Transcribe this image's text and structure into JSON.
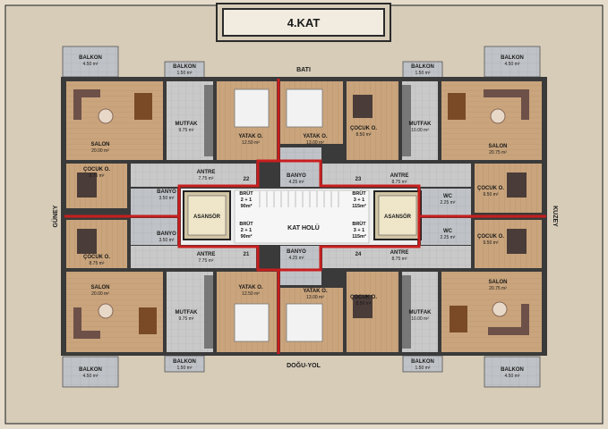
{
  "title": "4.KAT",
  "directions": {
    "west": "BATI",
    "east_road": "DOĞU-YOL",
    "south": "GÜNEY",
    "north": "KUZEY"
  },
  "balcony_big": {
    "name": "BALKON",
    "area": "4.50 m²"
  },
  "balcony_small": {
    "name": "BALKON",
    "area": "1.50 m²"
  },
  "rooms": {
    "salon_w_top": {
      "name": "SALON",
      "area": "20.00 m²"
    },
    "salon_e_top": {
      "name": "SALON",
      "area": "20.75 m²"
    },
    "salon_w_bot": {
      "name": "SALON",
      "area": "20.00 m²"
    },
    "salon_e_bot": {
      "name": "SALON",
      "area": "20.75 m²"
    },
    "mutfak_w_top": {
      "name": "MUTFAK",
      "area": "9.75 m²"
    },
    "mutfak_e_top": {
      "name": "MUTFAK",
      "area": "10.00 m²"
    },
    "mutfak_w_bot": {
      "name": "MUTFAK",
      "area": "9.75 m²"
    },
    "mutfak_e_bot": {
      "name": "MUTFAK",
      "area": "10.00 m²"
    },
    "yatak_1_top": {
      "name": "YATAK O.",
      "area": "12.50 m²"
    },
    "yatak_2_top": {
      "name": "YATAK O.",
      "area": "13.00 m²"
    },
    "yatak_1_bot": {
      "name": "YATAK O.",
      "area": "12.50 m²"
    },
    "yatak_2_bot": {
      "name": "YATAK O.",
      "area": "13.00 m²"
    },
    "cocuk_mid_top": {
      "name": "ÇOCUK O.",
      "area": "8.50 m²"
    },
    "cocuk_mid_bot": {
      "name": "ÇOCUK O.",
      "area": "8.50 m²"
    },
    "cocuk_w_top": {
      "name": "ÇOCUK O.",
      "area": "8.75 m²"
    },
    "cocuk_w_bot": {
      "name": "ÇOCUK O.",
      "area": "8.75 m²"
    },
    "cocuk_e_top": {
      "name": "ÇOCUK O.",
      "area": "9.50 m²"
    },
    "cocuk_e_bot": {
      "name": "ÇOCUK O.",
      "area": "9.50 m²"
    },
    "antre_w_top": {
      "name": "ANTRE",
      "area": "7.75 m²"
    },
    "antre_e_top": {
      "name": "ANTRE",
      "area": "8.75 m²"
    },
    "antre_w_bot": {
      "name": "ANTRE",
      "area": "7.75 m²"
    },
    "antre_e_bot": {
      "name": "ANTRE",
      "area": "8.75 m²"
    },
    "banyo_w_top": {
      "name": "BANYO",
      "area": "3.50 m²"
    },
    "banyo_w_bot": {
      "name": "BANYO",
      "area": "3.50 m²"
    },
    "banyo_c_top": {
      "name": "BANYO",
      "area": "4.25 m²"
    },
    "banyo_c_bot": {
      "name": "BANYO",
      "area": "4.25 m²"
    },
    "wc_top": {
      "name": "WC",
      "area": "2.25 m²"
    },
    "wc_bot": {
      "name": "WC",
      "area": "2.25 m²"
    }
  },
  "core": {
    "asansor": "ASANSÖR",
    "kat_holu": "KAT HOLÜ",
    "brut_label": "BRÜT",
    "brut_tl_type": "2 + 1",
    "brut_tl_area": "90m²",
    "brut_bl_type": "2 + 1",
    "brut_bl_area": "90m²",
    "brut_tr_type": "3 + 1",
    "brut_tr_area": "115m²",
    "brut_br_type": "3 + 1",
    "brut_br_area": "115m²"
  },
  "unit_numbers": {
    "n22": "22",
    "n23": "23",
    "n21": "21",
    "n24": "24"
  },
  "colors": {
    "wall": "#1c1c1c",
    "red_divider": "#c81e1e",
    "floor_wood": "#c8a27a",
    "floor_tile": "#c8c8c8",
    "balcony": "#b9bdc2",
    "background": "#d9cfbd"
  }
}
